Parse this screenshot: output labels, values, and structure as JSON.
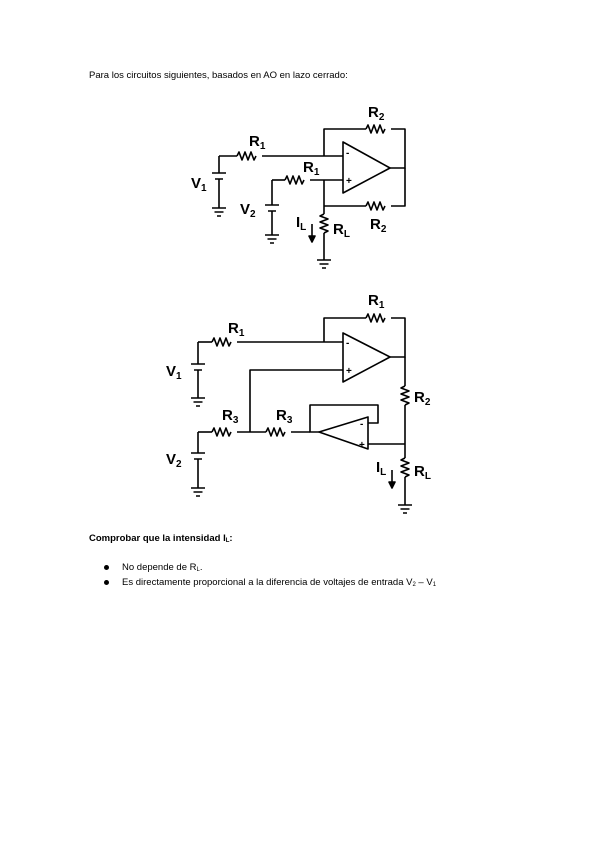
{
  "intro": "Para los circuitos siguientes, basados en AO en lazo cerrado:",
  "figure1": {
    "labels": {
      "r2_top": "R",
      "r2_top_sub": "2",
      "r1_in": "R",
      "r1_in_sub": "1",
      "r1_pos": "R",
      "r1_pos_sub": "1",
      "v1": "V",
      "v1_sub": "1",
      "v2": "V",
      "v2_sub": "2",
      "il": "I",
      "il_sub": "L",
      "rl": "R",
      "rl_sub": "L",
      "r2_bot": "R",
      "r2_bot_sub": "2",
      "minus": "-",
      "plus": "+"
    }
  },
  "figure2": {
    "labels": {
      "r1_top": "R",
      "r1_top_sub": "1",
      "r1_in": "R",
      "r1_in_sub": "1",
      "v1": "V",
      "v1_sub": "1",
      "r2": "R",
      "r2_sub": "2",
      "r3_a": "R",
      "r3_a_sub": "3",
      "r3_b": "R",
      "r3_b_sub": "3",
      "v2": "V",
      "v2_sub": "2",
      "il": "I",
      "il_sub": "L",
      "rl": "R",
      "rl_sub": "L",
      "minus": "-",
      "plus": "+",
      "minus2": "-",
      "plus2": "+"
    }
  },
  "heading": {
    "text": "Comprobar que la intensidad I",
    "sub": "L",
    "suffix": ":"
  },
  "bullets": [
    {
      "text": "No depende de R",
      "sub": "L",
      "suffix": "."
    },
    {
      "text": "Es directamente proporcional a la diferencia de voltajes de entrada V",
      "sub": "2",
      "mid": " – V",
      "sub2": "1"
    }
  ]
}
